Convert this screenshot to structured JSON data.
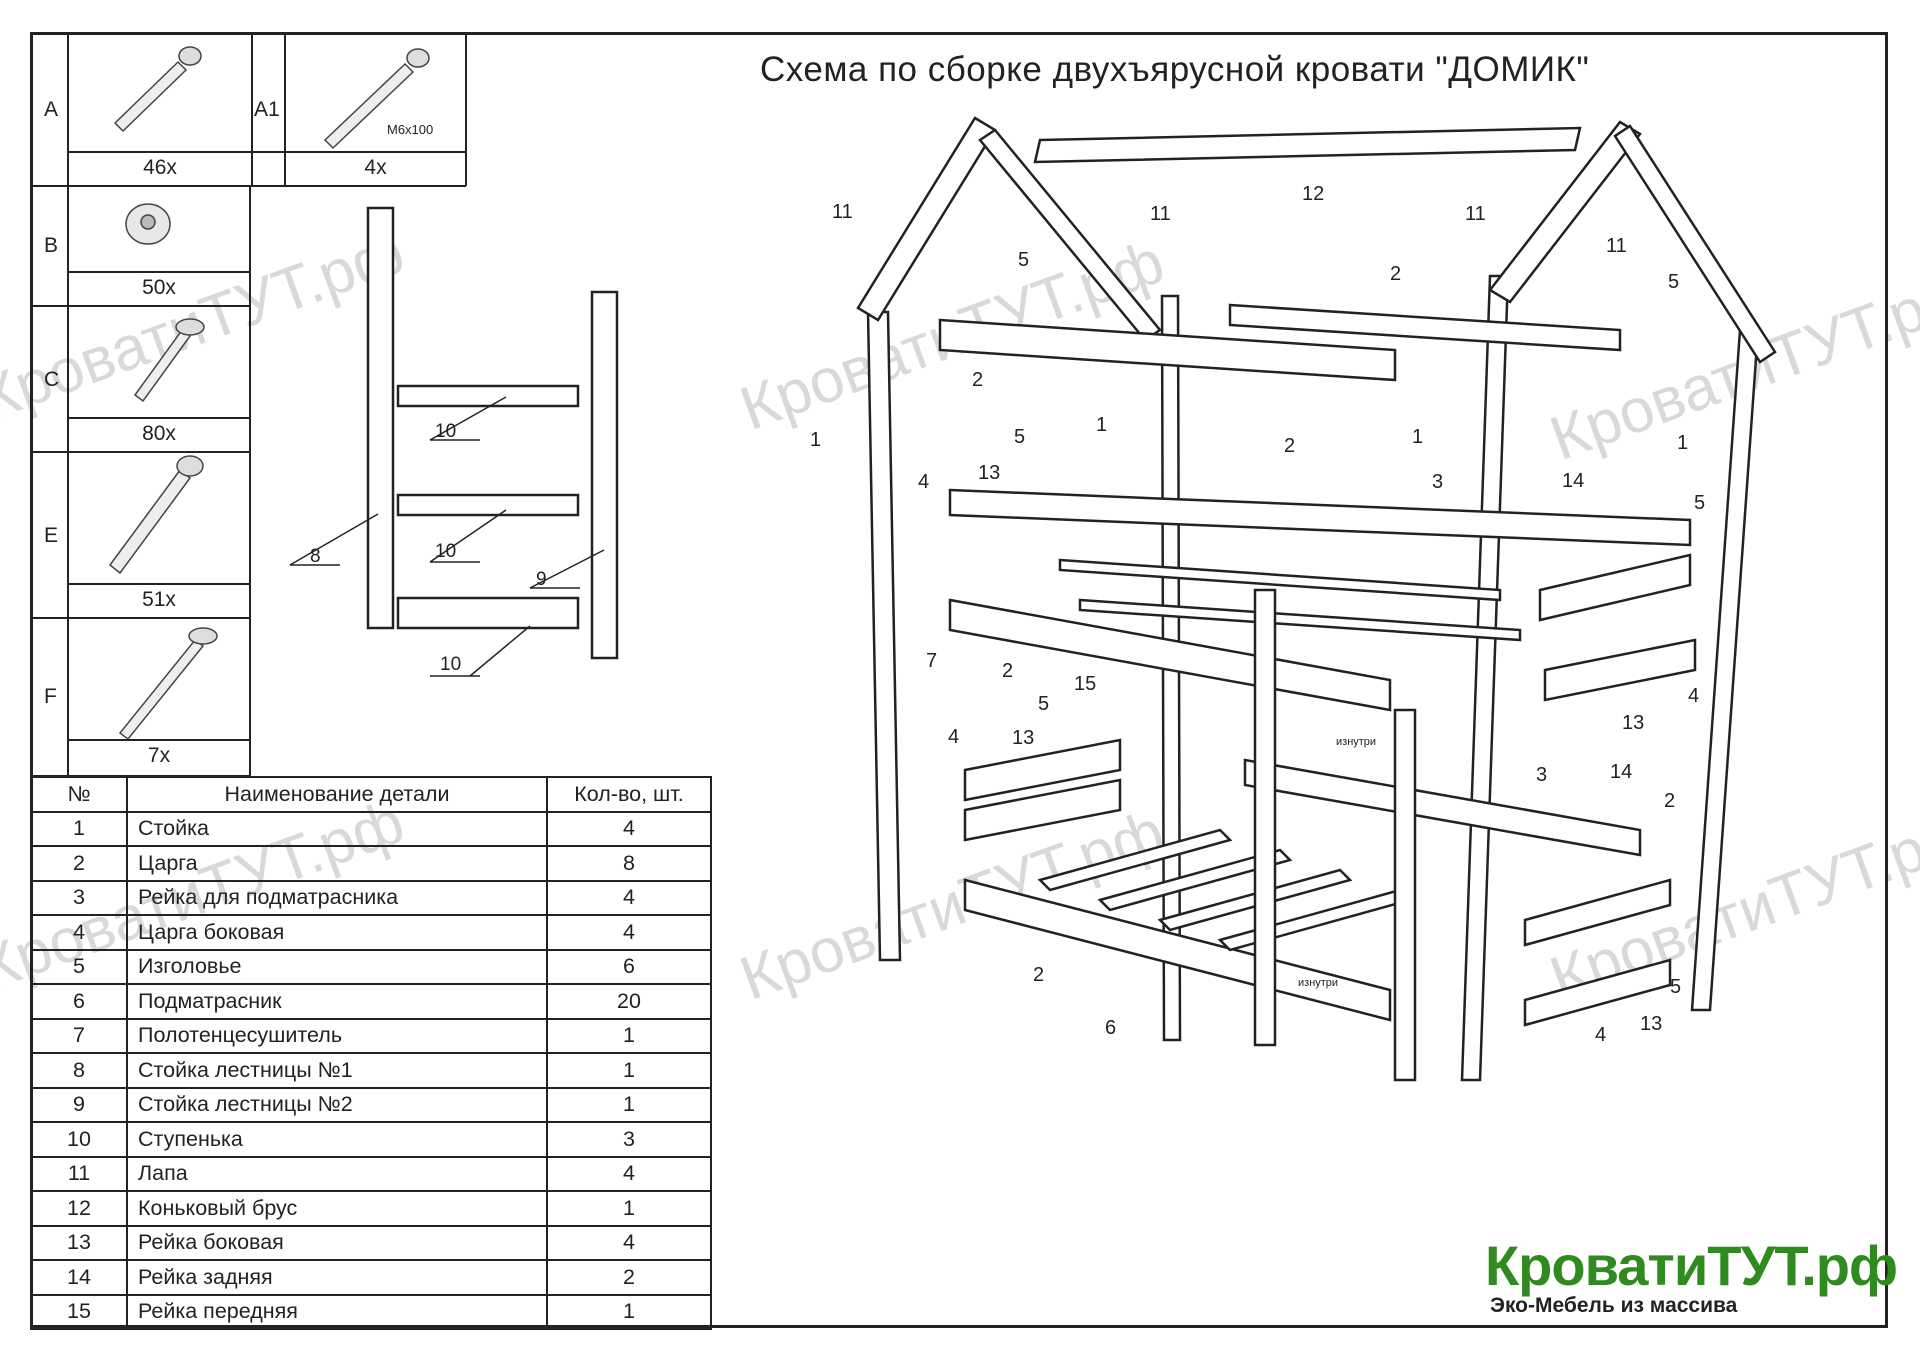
{
  "title": "Схема по сборке двухъярусной кровати \"ДОМИК\"",
  "hardware": [
    {
      "letter": "A",
      "count": "46x"
    },
    {
      "letter": "A1",
      "count": "4x",
      "note": "M6x100"
    },
    {
      "letter": "B",
      "count": "50x"
    },
    {
      "letter": "C",
      "count": "80x"
    },
    {
      "letter": "E",
      "count": "51x"
    },
    {
      "letter": "F",
      "count": "7x"
    }
  ],
  "parts_header": {
    "num": "№",
    "name": "Наименование детали",
    "qty": "Кол-во, шт."
  },
  "parts": [
    {
      "num": "1",
      "name": "Стойка",
      "qty": "4"
    },
    {
      "num": "2",
      "name": "Царга",
      "qty": "8"
    },
    {
      "num": "3",
      "name": "Рейка для подматрасника",
      "qty": "4"
    },
    {
      "num": "4",
      "name": "Царга боковая",
      "qty": "4"
    },
    {
      "num": "5",
      "name": "Изголовье",
      "qty": "6"
    },
    {
      "num": "6",
      "name": "Подматрасник",
      "qty": "20"
    },
    {
      "num": "7",
      "name": "Полотенцесушитель",
      "qty": "1"
    },
    {
      "num": "8",
      "name": "Стойка лестницы №1",
      "qty": "1"
    },
    {
      "num": "9",
      "name": "Стойка лестницы №2",
      "qty": "1"
    },
    {
      "num": "10",
      "name": "Ступенька",
      "qty": "3"
    },
    {
      "num": "11",
      "name": "Лапа",
      "qty": "4"
    },
    {
      "num": "12",
      "name": "Коньковый брус",
      "qty": "1"
    },
    {
      "num": "13",
      "name": "Рейка боковая",
      "qty": "4"
    },
    {
      "num": "14",
      "name": "Рейка задняя",
      "qty": "2"
    },
    {
      "num": "15",
      "name": "Рейка передняя",
      "qty": "1"
    }
  ],
  "diagram_labels": {
    "inside": "изнутри"
  },
  "brand": {
    "name": "КроватиТУТ.рф",
    "tagline": "Эко-Мебель из массива",
    "color": "#2f8a1f"
  },
  "watermark": "КроватиТУТ.рф"
}
